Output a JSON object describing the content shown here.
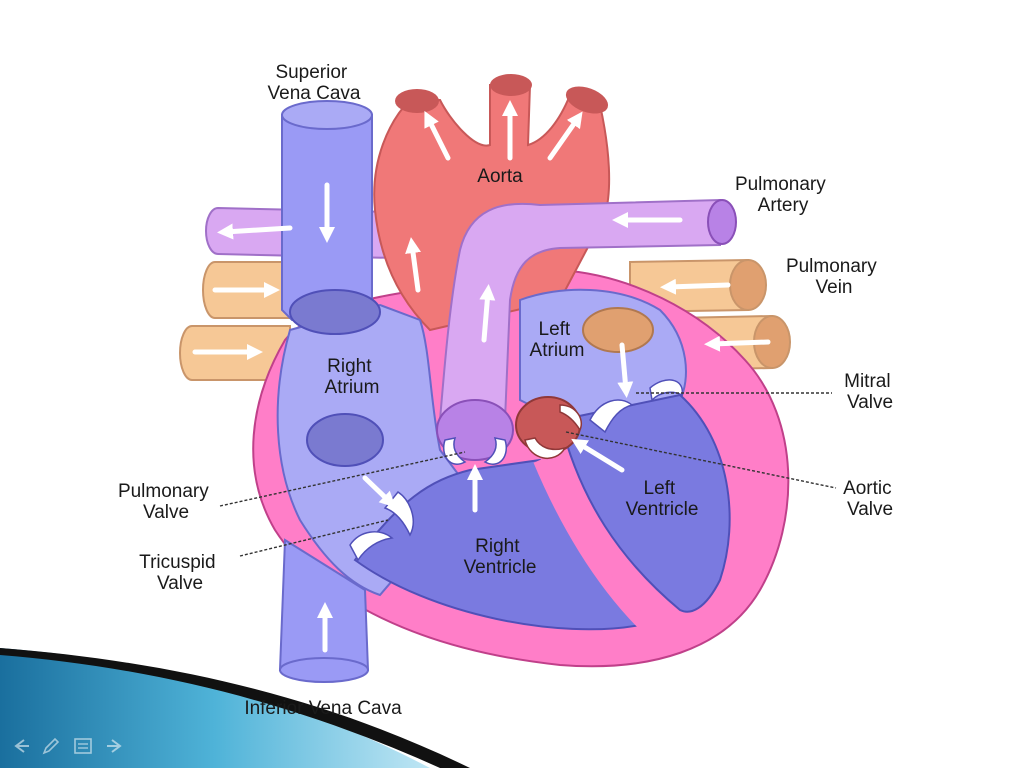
{
  "labels": {
    "superior_vena_cava": [
      "Superior",
      "Vena Cava"
    ],
    "aorta": [
      "Aorta"
    ],
    "pulmonary_artery": [
      "Pulmonary",
      "Artery"
    ],
    "pulmonary_vein": [
      "Pulmonary",
      "Vein"
    ],
    "left_atrium": [
      "Left",
      "Atrium"
    ],
    "right_atrium": [
      "Right",
      "Atrium"
    ],
    "mitral_valve": [
      "Mitral",
      "Valve"
    ],
    "aortic_valve": [
      "Aortic",
      "Valve"
    ],
    "left_ventricle": [
      "Left",
      "Ventricle"
    ],
    "right_ventricle": [
      "Right",
      "Ventricle"
    ],
    "pulmonary_valve": [
      "Pulmonary",
      "Valve"
    ],
    "tricuspid_valve": [
      "Tricuspid",
      "Valve"
    ],
    "inferior_vena_cava": [
      "Inferior Vena Cava"
    ]
  },
  "colors": {
    "vena_cava": "#9a9af5",
    "aorta": "#f07878",
    "aorta_dark": "#c85858",
    "pulmonary_artery": "#d9a8f2",
    "pulmonary_vein": "#f6c896",
    "muscle": "#ff7ec8",
    "right_chamber": "#aaaaf5",
    "ventricle": "#7a7ae0",
    "arrow": "#ffffff",
    "footer_blue": "#2a90c0"
  },
  "nav_icons": [
    "back-arrow-icon",
    "pen-icon",
    "menu-icon",
    "forward-arrow-icon"
  ]
}
